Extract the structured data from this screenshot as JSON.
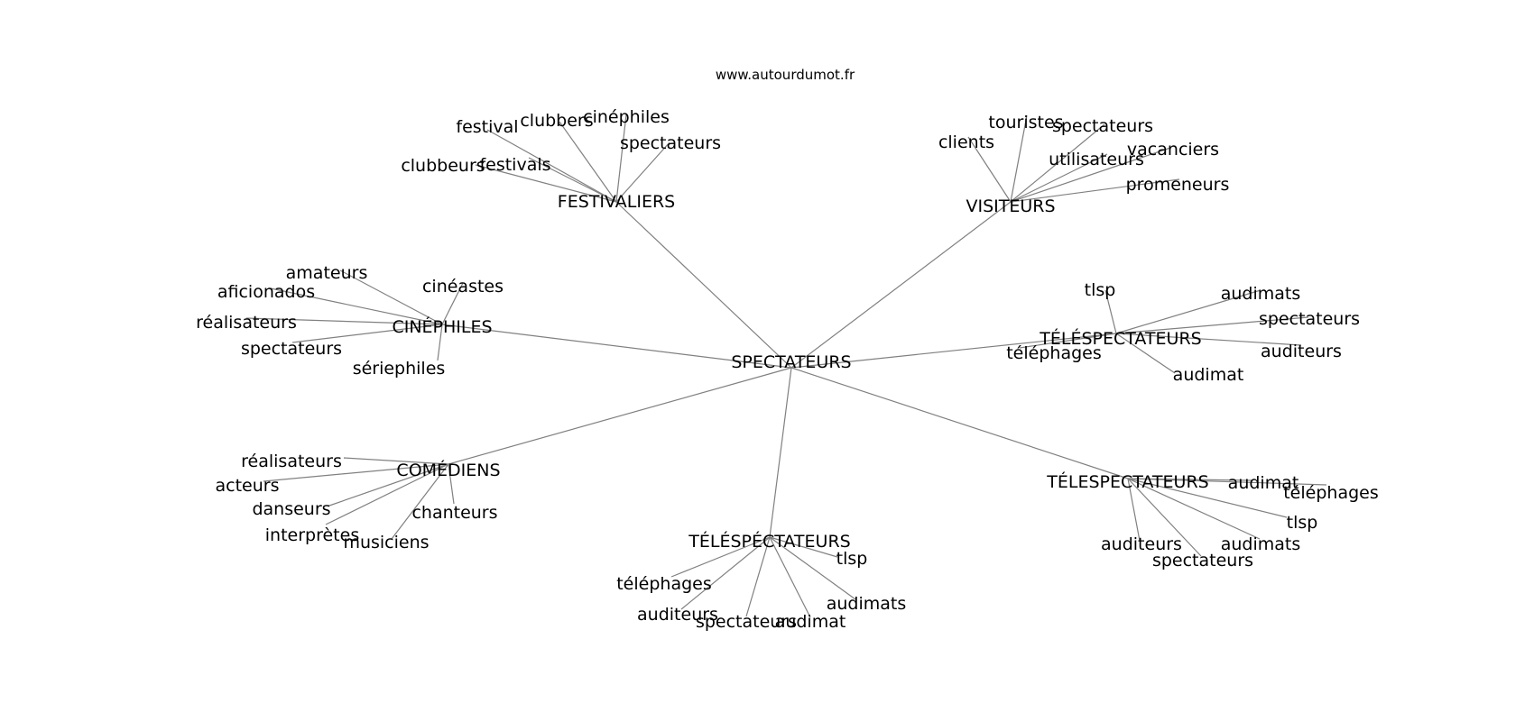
{
  "site_title": "www.autourdumot.fr",
  "center": "SPECTATEURS",
  "clusters": [
    {
      "label": "FESTIVALIERS",
      "leaves": [
        "festival",
        "clubbers",
        "cinéphiles",
        "spectateurs",
        "clubbeurs",
        "festivals"
      ]
    },
    {
      "label": "VISITEURS",
      "leaves": [
        "clients",
        "touristes",
        "spectateurs",
        "utilisateurs",
        "vacanciers",
        "promeneurs"
      ]
    },
    {
      "label": "CINÉPHILES",
      "leaves": [
        "amateurs",
        "aficionados",
        "cinéastes",
        "réalisateurs",
        "spectateurs",
        "sériephiles"
      ]
    },
    {
      "label": "TÉLÉSPECTATEURS",
      "leaves": [
        "tlsp",
        "audimats",
        "spectateurs",
        "téléphages",
        "auditeurs",
        "audimat"
      ]
    },
    {
      "label": "COMÉDIENS",
      "leaves": [
        "réalisateurs",
        "acteurs",
        "danseurs",
        "interprètes",
        "musiciens",
        "chanteurs"
      ]
    },
    {
      "label": "TÉLÉSPÉCTATEURS",
      "leaves": [
        "tlsp",
        "téléphages",
        "audimats",
        "auditeurs",
        "spectateurs",
        "audimat"
      ]
    },
    {
      "label": "TÉLESPECTATEURS",
      "leaves": [
        "audimat",
        "téléphages",
        "tlsp",
        "auditeurs",
        "audimats",
        "spectateurs"
      ]
    }
  ]
}
